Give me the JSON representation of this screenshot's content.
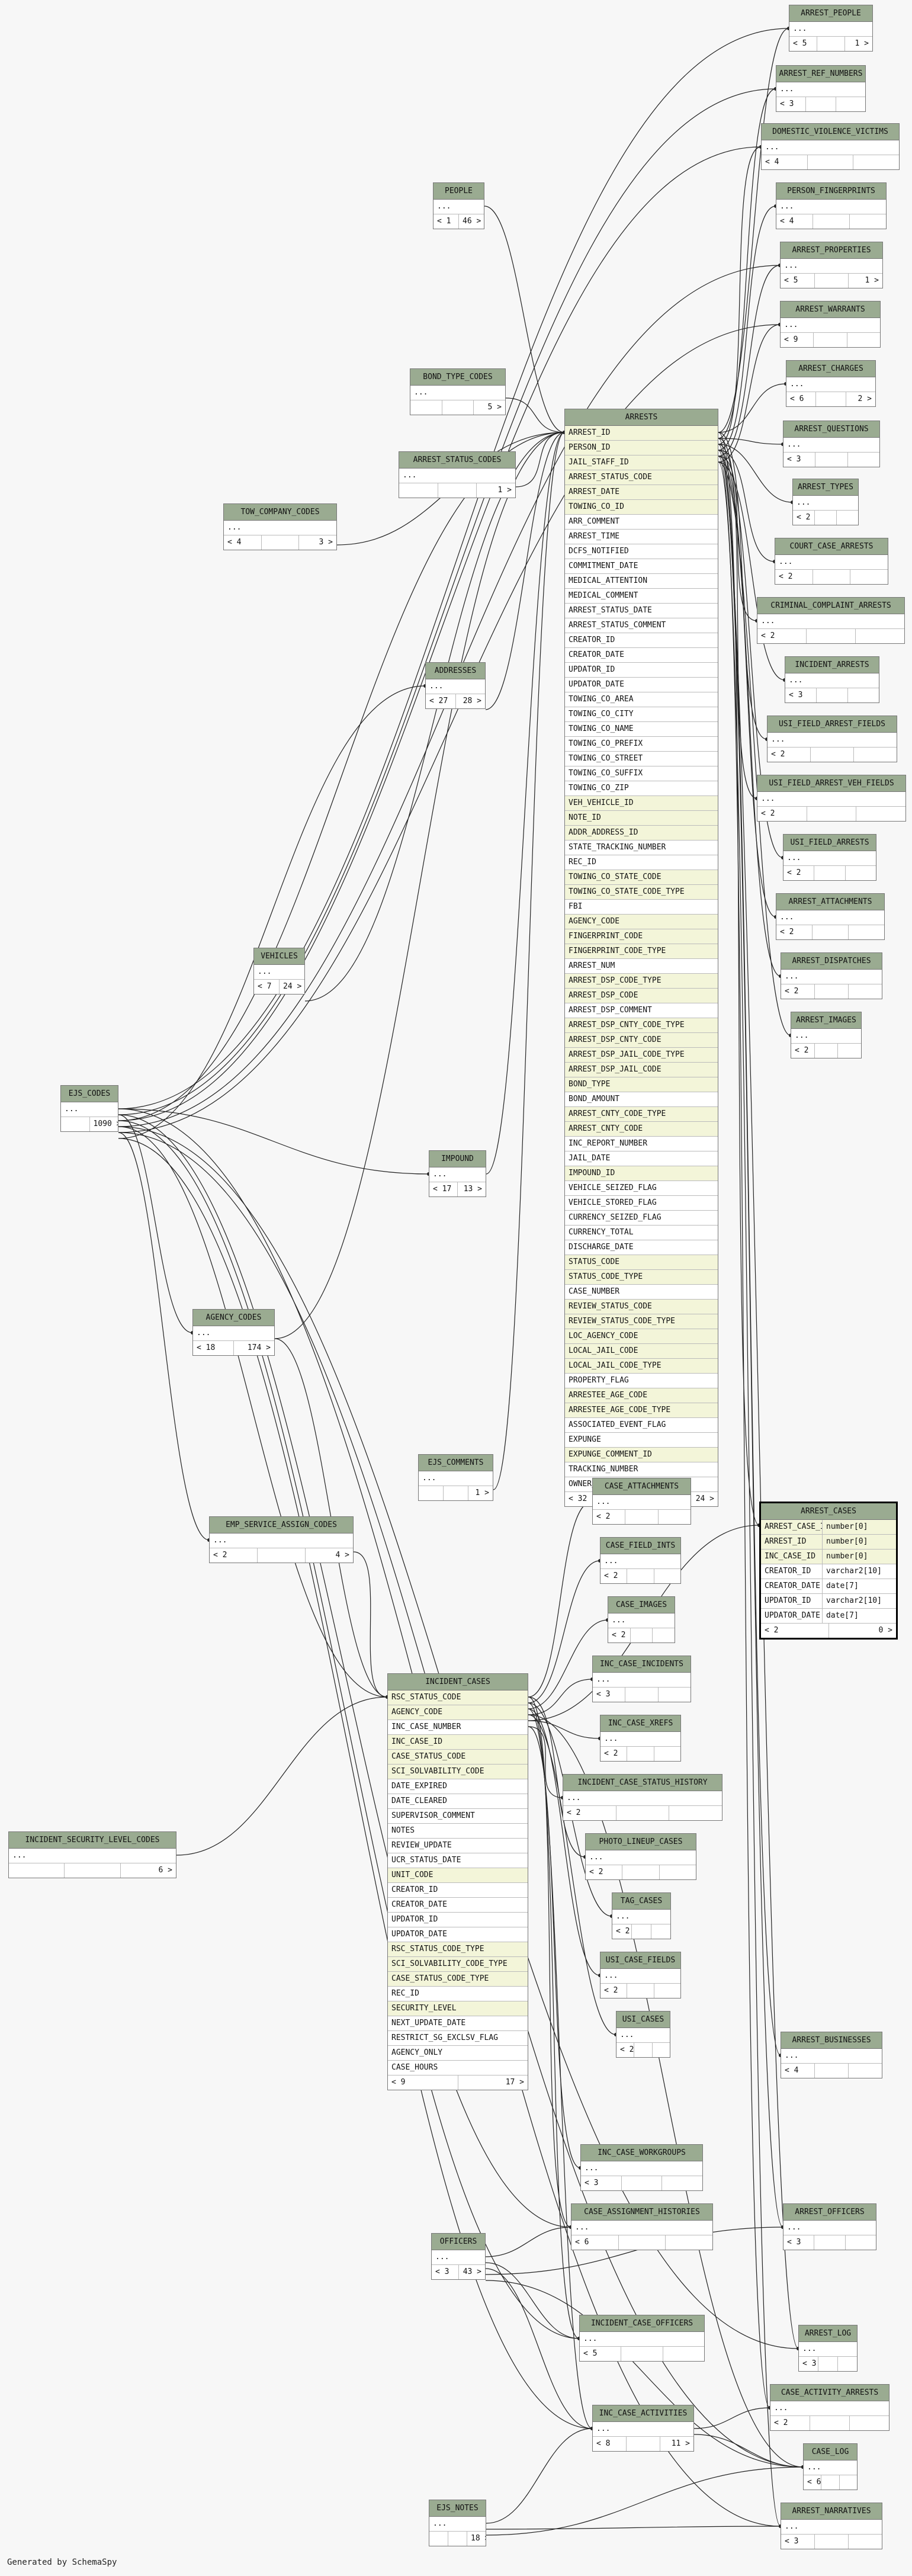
{
  "tables": {
    "arrest_people": {
      "name": "ARREST_PEOPLE",
      "rows": [
        "..."
      ],
      "footer": [
        "< 5",
        "",
        "1 >"
      ]
    },
    "arrest_ref_numbers": {
      "name": "ARREST_REF_NUMBERS",
      "rows": [
        "..."
      ],
      "footer": [
        "< 3",
        "",
        ""
      ]
    },
    "domestic_violence_victims": {
      "name": "DOMESTIC_VIOLENCE_VICTIMS",
      "rows": [
        "..."
      ],
      "footer": [
        "< 4",
        "",
        ""
      ]
    },
    "person_fingerprints": {
      "name": "PERSON_FINGERPRINTS",
      "rows": [
        "..."
      ],
      "footer": [
        "< 4",
        "",
        ""
      ]
    },
    "arrest_properties": {
      "name": "ARREST_PROPERTIES",
      "rows": [
        "..."
      ],
      "footer": [
        "< 5",
        "",
        "1 >"
      ]
    },
    "arrest_warrants": {
      "name": "ARREST_WARRANTS",
      "rows": [
        "..."
      ],
      "footer": [
        "< 9",
        "",
        ""
      ]
    },
    "arrest_charges": {
      "name": "ARREST_CHARGES",
      "rows": [
        "..."
      ],
      "footer": [
        "< 6",
        "",
        "2 >"
      ]
    },
    "arrest_questions": {
      "name": "ARREST_QUESTIONS",
      "rows": [
        "..."
      ],
      "footer": [
        "< 3",
        "",
        ""
      ]
    },
    "arrest_types": {
      "name": "ARREST_TYPES",
      "rows": [
        "..."
      ],
      "footer": [
        "< 2",
        "",
        ""
      ]
    },
    "court_case_arrests": {
      "name": "COURT_CASE_ARRESTS",
      "rows": [
        "..."
      ],
      "footer": [
        "< 2",
        "",
        ""
      ]
    },
    "criminal_complaint_arrests": {
      "name": "CRIMINAL_COMPLAINT_ARRESTS",
      "rows": [
        "..."
      ],
      "footer": [
        "< 2",
        "",
        ""
      ]
    },
    "incident_arrests": {
      "name": "INCIDENT_ARRESTS",
      "rows": [
        "..."
      ],
      "footer": [
        "< 3",
        "",
        ""
      ]
    },
    "usi_field_arrest_fields": {
      "name": "USI_FIELD_ARREST_FIELDS",
      "rows": [
        "..."
      ],
      "footer": [
        "< 2",
        "",
        ""
      ]
    },
    "usi_field_arrest_veh_fields": {
      "name": "USI_FIELD_ARREST_VEH_FIELDS",
      "rows": [
        "..."
      ],
      "footer": [
        "< 2",
        "",
        ""
      ]
    },
    "usi_field_arrests": {
      "name": "USI_FIELD_ARRESTS",
      "rows": [
        "..."
      ],
      "footer": [
        "< 2",
        "",
        ""
      ]
    },
    "arrest_attachments": {
      "name": "ARREST_ATTACHMENTS",
      "rows": [
        "..."
      ],
      "footer": [
        "< 2",
        "",
        ""
      ]
    },
    "arrest_dispatches": {
      "name": "ARREST_DISPATCHES",
      "rows": [
        "..."
      ],
      "footer": [
        "< 2",
        "",
        ""
      ]
    },
    "arrest_images": {
      "name": "ARREST_IMAGES",
      "rows": [
        "..."
      ],
      "footer": [
        "< 2",
        "",
        ""
      ]
    },
    "people": {
      "name": "PEOPLE",
      "rows": [
        "..."
      ],
      "footer": [
        "< 1",
        "46 >"
      ]
    },
    "bond_type_codes": {
      "name": "BOND_TYPE_CODES",
      "rows": [
        "..."
      ],
      "footer": [
        "",
        "",
        "5 >"
      ]
    },
    "arrest_status_codes": {
      "name": "ARREST_STATUS_CODES",
      "rows": [
        "..."
      ],
      "footer": [
        "",
        "",
        "1 >"
      ]
    },
    "tow_company_codes": {
      "name": "TOW_COMPANY_CODES",
      "rows": [
        "..."
      ],
      "footer": [
        "< 4",
        "",
        "3 >"
      ]
    },
    "addresses": {
      "name": "ADDRESSES",
      "rows": [
        "..."
      ],
      "footer": [
        "< 27",
        "28 >"
      ]
    },
    "vehicles": {
      "name": "VEHICLES",
      "rows": [
        "..."
      ],
      "footer": [
        "< 7",
        "24 >"
      ]
    },
    "ejs_codes": {
      "name": "EJS_CODES",
      "rows": [
        "..."
      ],
      "footer": [
        "",
        "1090 >"
      ]
    },
    "impound": {
      "name": "IMPOUND",
      "rows": [
        "..."
      ],
      "footer": [
        "< 17",
        "13 >"
      ]
    },
    "agency_codes": {
      "name": "AGENCY_CODES",
      "rows": [
        "..."
      ],
      "footer": [
        "< 18",
        "174 >"
      ]
    },
    "ejs_comments": {
      "name": "EJS_COMMENTS",
      "rows": [
        "..."
      ],
      "footer": [
        "",
        "",
        "1 >"
      ]
    },
    "emp_service_assign_codes": {
      "name": "EMP_SERVICE_ASSIGN_CODES",
      "rows": [
        "..."
      ],
      "footer": [
        "< 2",
        "",
        "4 >"
      ]
    },
    "incident_security_level_codes": {
      "name": "INCIDENT_SECURITY_LEVEL_CODES",
      "rows": [
        "..."
      ],
      "footer": [
        "",
        "",
        "6 >"
      ]
    },
    "arrests": {
      "name": "ARRESTS",
      "rows": [
        "ARREST_ID",
        "PERSON_ID",
        "JAIL_STAFF_ID",
        "ARREST_STATUS_CODE",
        "ARREST_DATE",
        "TOWING_CO_ID",
        "ARR_COMMENT",
        "ARREST_TIME",
        "DCFS_NOTIFIED",
        "COMMITMENT_DATE",
        "MEDICAL_ATTENTION",
        "MEDICAL_COMMENT",
        "ARREST_STATUS_DATE",
        "ARREST_STATUS_COMMENT",
        "CREATOR_ID",
        "CREATOR_DATE",
        "UPDATOR_ID",
        "UPDATOR_DATE",
        "TOWING_CO_AREA",
        "TOWING_CO_CITY",
        "TOWING_CO_NAME",
        "TOWING_CO_PREFIX",
        "TOWING_CO_STREET",
        "TOWING_CO_SUFFIX",
        "TOWING_CO_ZIP",
        "VEH_VEHICLE_ID",
        "NOTE_ID",
        "ADDR_ADDRESS_ID",
        "STATE_TRACKING_NUMBER",
        "REC_ID",
        "TOWING_CO_STATE_CODE",
        "TOWING_CO_STATE_CODE_TYPE",
        "FBI",
        "AGENCY_CODE",
        "FINGERPRINT_CODE",
        "FINGERPRINT_CODE_TYPE",
        "ARREST_NUM",
        "ARREST_DSP_CODE_TYPE",
        "ARREST_DSP_CODE",
        "ARREST_DSP_COMMENT",
        "ARREST_DSP_CNTY_CODE_TYPE",
        "ARREST_DSP_CNTY_CODE",
        "ARREST_DSP_JAIL_CODE_TYPE",
        "ARREST_DSP_JAIL_CODE",
        "BOND_TYPE",
        "BOND_AMOUNT",
        "ARREST_CNTY_CODE_TYPE",
        "ARREST_CNTY_CODE",
        "INC_REPORT_NUMBER",
        "JAIL_DATE",
        "IMPOUND_ID",
        "VEHICLE_SEIZED_FLAG",
        "VEHICLE_STORED_FLAG",
        "CURRENCY_SEIZED_FLAG",
        "CURRENCY_TOTAL",
        "DISCHARGE_DATE",
        "STATUS_CODE",
        "STATUS_CODE_TYPE",
        "CASE_NUMBER",
        "REVIEW_STATUS_CODE",
        "REVIEW_STATUS_CODE_TYPE",
        "LOC_AGENCY_CODE",
        "LOCAL_JAIL_CODE",
        "LOCAL_JAIL_CODE_TYPE",
        "PROPERTY_FLAG",
        "ARRESTEE_AGE_CODE",
        "ARRESTEE_AGE_CODE_TYPE",
        "ASSOCIATED_EVENT_FLAG",
        "EXPUNGE",
        "EXPUNGE_COMMENT_ID",
        "TRACKING_NUMBER",
        "OWNER_PROP_FLAG"
      ],
      "footer": [
        "< 32",
        "24 >"
      ]
    },
    "arrest_cases": {
      "name": "ARREST_CASES",
      "cols": [
        [
          "ARREST_CASE_ID",
          "number[0]"
        ],
        [
          "ARREST_ID",
          "number[0]"
        ],
        [
          "INC_CASE_ID",
          "number[0]"
        ],
        [
          "CREATOR_ID",
          "varchar2[10]"
        ],
        [
          "CREATOR_DATE",
          "date[7]"
        ],
        [
          "UPDATOR_ID",
          "varchar2[10]"
        ],
        [
          "UPDATOR_DATE",
          "date[7]"
        ]
      ],
      "footer": [
        "< 2",
        "0 >"
      ]
    },
    "case_attachments": {
      "name": "CASE_ATTACHMENTS",
      "rows": [
        "..."
      ],
      "footer": [
        "< 2",
        "",
        ""
      ]
    },
    "case_field_ints": {
      "name": "CASE_FIELD_INTS",
      "rows": [
        "..."
      ],
      "footer": [
        "< 2",
        "",
        ""
      ]
    },
    "case_images": {
      "name": "CASE_IMAGES",
      "rows": [
        "..."
      ],
      "footer": [
        "< 2",
        "",
        ""
      ]
    },
    "inc_case_incidents": {
      "name": "INC_CASE_INCIDENTS",
      "rows": [
        "..."
      ],
      "footer": [
        "< 3",
        "",
        ""
      ]
    },
    "inc_case_xrefs": {
      "name": "INC_CASE_XREFS",
      "rows": [
        "..."
      ],
      "footer": [
        "< 2",
        "",
        ""
      ]
    },
    "incident_case_status_history": {
      "name": "INCIDENT_CASE_STATUS_HISTORY",
      "rows": [
        "..."
      ],
      "footer": [
        "< 2",
        "",
        ""
      ]
    },
    "photo_lineup_cases": {
      "name": "PHOTO_LINEUP_CASES",
      "rows": [
        "..."
      ],
      "footer": [
        "< 2",
        "",
        ""
      ]
    },
    "tag_cases": {
      "name": "TAG_CASES",
      "rows": [
        "..."
      ],
      "footer": [
        "< 2",
        "",
        ""
      ]
    },
    "usi_case_fields": {
      "name": "USI_CASE_FIELDS",
      "rows": [
        "..."
      ],
      "footer": [
        "< 2",
        "",
        ""
      ]
    },
    "usi_cases": {
      "name": "USI_CASES",
      "rows": [
        "..."
      ],
      "footer": [
        "< 2",
        "",
        ""
      ]
    },
    "incident_cases": {
      "name": "INCIDENT_CASES",
      "rows": [
        "RSC_STATUS_CODE",
        "AGENCY_CODE",
        "INC_CASE_NUMBER",
        "INC_CASE_ID",
        "CASE_STATUS_CODE",
        "SCI_SOLVABILITY_CODE",
        "DATE_EXPIRED",
        "DATE_CLEARED",
        "SUPERVISOR_COMMENT",
        "NOTES",
        "REVIEW_UPDATE",
        "UCR_STATUS_DATE",
        "UNIT_CODE",
        "CREATOR_ID",
        "CREATOR_DATE",
        "UPDATOR_ID",
        "UPDATOR_DATE",
        "RSC_STATUS_CODE_TYPE",
        "SCI_SOLVABILITY_CODE_TYPE",
        "CASE_STATUS_CODE_TYPE",
        "REC_ID",
        "SECURITY_LEVEL",
        "NEXT_UPDATE_DATE",
        "RESTRICT_SG_EXCLSV_FLAG",
        "AGENCY_ONLY",
        "CASE_HOURS"
      ],
      "footer": [
        "< 9",
        "17 >"
      ]
    },
    "arrest_businesses": {
      "name": "ARREST_BUSINESSES",
      "rows": [
        "..."
      ],
      "footer": [
        "< 4",
        "",
        ""
      ]
    },
    "inc_case_workgroups": {
      "name": "INC_CASE_WORKGROUPS",
      "rows": [
        "..."
      ],
      "footer": [
        "< 3",
        "",
        ""
      ]
    },
    "case_assignment_histories": {
      "name": "CASE_ASSIGNMENT_HISTORIES",
      "rows": [
        "..."
      ],
      "footer": [
        "< 6",
        "",
        ""
      ]
    },
    "officers": {
      "name": "OFFICERS",
      "rows": [
        "..."
      ],
      "footer": [
        "< 3",
        "43 >"
      ]
    },
    "arrest_officers": {
      "name": "ARREST_OFFICERS",
      "rows": [
        "..."
      ],
      "footer": [
        "< 3",
        "",
        ""
      ]
    },
    "incident_case_officers": {
      "name": "INCIDENT_CASE_OFFICERS",
      "rows": [
        "..."
      ],
      "footer": [
        "< 5",
        "",
        ""
      ]
    },
    "arrest_log": {
      "name": "ARREST_LOG",
      "rows": [
        "..."
      ],
      "footer": [
        "< 3",
        "",
        ""
      ]
    },
    "case_activity_arrests": {
      "name": "CASE_ACTIVITY_ARRESTS",
      "rows": [
        "..."
      ],
      "footer": [
        "< 2",
        "",
        ""
      ]
    },
    "inc_case_activities": {
      "name": "INC_CASE_ACTIVITIES",
      "rows": [
        "..."
      ],
      "footer": [
        "< 8",
        "",
        "11 >"
      ]
    },
    "case_log": {
      "name": "CASE_LOG",
      "rows": [
        "..."
      ],
      "footer": [
        "< 6",
        "",
        ""
      ]
    },
    "ejs_notes": {
      "name": "EJS_NOTES",
      "rows": [
        "..."
      ],
      "footer": [
        "",
        "",
        "18 >"
      ]
    },
    "arrest_narratives": {
      "name": "ARREST_NARRATIVES",
      "rows": [
        "..."
      ],
      "footer": [
        "< 3",
        "",
        ""
      ]
    }
  },
  "arrests_key_rows": [
    "ARREST_ID",
    "PERSON_ID",
    "JAIL_STAFF_ID",
    "ARREST_STATUS_CODE",
    "ARREST_DATE",
    "TOWING_CO_ID",
    "VEH_VEHICLE_ID",
    "NOTE_ID",
    "ADDR_ADDRESS_ID",
    "TOWING_CO_STATE_CODE",
    "TOWING_CO_STATE_CODE_TYPE",
    "AGENCY_CODE",
    "FINGERPRINT_CODE",
    "FINGERPRINT_CODE_TYPE",
    "ARREST_DSP_CODE_TYPE",
    "ARREST_DSP_CODE",
    "ARREST_DSP_CNTY_CODE_TYPE",
    "ARREST_DSP_CNTY_CODE",
    "ARREST_DSP_JAIL_CODE_TYPE",
    "ARREST_DSP_JAIL_CODE",
    "BOND_TYPE",
    "ARREST_CNTY_CODE_TYPE",
    "ARREST_CNTY_CODE",
    "IMPOUND_ID",
    "STATUS_CODE",
    "STATUS_CODE_TYPE",
    "REVIEW_STATUS_CODE",
    "REVIEW_STATUS_CODE_TYPE",
    "LOC_AGENCY_CODE",
    "LOCAL_JAIL_CODE",
    "LOCAL_JAIL_CODE_TYPE",
    "ARRESTEE_AGE_CODE",
    "ARRESTEE_AGE_CODE_TYPE",
    "EXPUNGE_COMMENT_ID"
  ],
  "incident_key_rows": [
    "RSC_STATUS_CODE",
    "AGENCY_CODE",
    "INC_CASE_ID",
    "CASE_STATUS_CODE",
    "SCI_SOLVABILITY_CODE",
    "UNIT_CODE",
    "RSC_STATUS_CODE_TYPE",
    "SCI_SOLVABILITY_CODE_TYPE",
    "CASE_STATUS_CODE_TYPE",
    "SECURITY_LEVEL"
  ],
  "footer_text": "Generated by SchemaSpy",
  "colors": {
    "header": "#9aab91",
    "key_row": "#f3f5d9",
    "line": "#222222"
  }
}
